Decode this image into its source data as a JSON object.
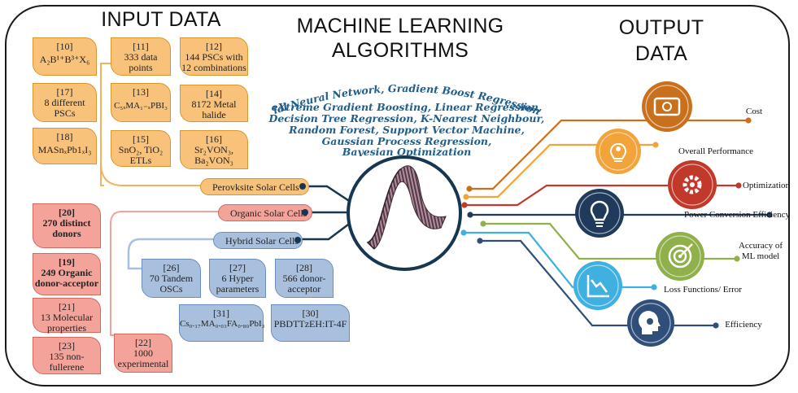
{
  "headings": {
    "input": "INPUT DATA",
    "ml_line1": "MACHINE LEARNING",
    "ml_line2": "ALGORITHMS",
    "output": "OUTPUT DATA"
  },
  "algorithms": [
    "Artificial Neural Network, Gradient Boost Regression Tree,",
    "eXtreme Gradient Boosting, Linear Regression,",
    "Decision Tree Regression,  K-Nearest Neighbour,",
    "Random Forest, Support Vector Machine,",
    "Gaussian Process Regression,",
    "Bayesian Optimization"
  ],
  "perovskite": {
    "label": "Perovksite Solar Cells",
    "boxes": [
      {
        "ref": "[10]",
        "text": "A₂B¹⁺B³⁺X₆"
      },
      {
        "ref": "[17]",
        "text": "8 different PSCs"
      },
      {
        "ref": "[18]",
        "text": "MASnₓPb1ₓI₃"
      },
      {
        "ref": "[11]",
        "text": "333 data points"
      },
      {
        "ref": "[13]",
        "text": "C₅ₓMA₁₋ₓPBI₃"
      },
      {
        "ref": "[15]",
        "text": "SnO₂, TiO₂ ETLs"
      },
      {
        "ref": "[12]",
        "text": "144 PSCs with 12 combinations"
      },
      {
        "ref": "[14]",
        "text": "8172 Metal halide"
      },
      {
        "ref": "[16]",
        "text": "Sr₂VON₃, Ba₂VON₃"
      }
    ]
  },
  "organic": {
    "label": "Organic Solar Cells",
    "boxes": [
      {
        "ref": "[20]",
        "text": "270 distinct donors"
      },
      {
        "ref": "[19]",
        "text": "249 Organic donor-acceptor"
      },
      {
        "ref": "[21]",
        "text": "13 Molecular properties"
      },
      {
        "ref": "[23]",
        "text": "135 non-fullerene"
      },
      {
        "ref": "[22]",
        "text": "1000 experimental"
      }
    ]
  },
  "hybrid": {
    "label": "Hybrid Solar Cells",
    "boxes": [
      {
        "ref": "[26]",
        "text": "70 Tandem OSCs"
      },
      {
        "ref": "[27]",
        "text": "6 Hyper parameters"
      },
      {
        "ref": "[28]",
        "text": "566 donor-acceptor"
      },
      {
        "ref": "[31]",
        "text": "Cs₀.₁₇MA₀.₀₃FA₀.₈₀PbI₃"
      },
      {
        "ref": "[30]",
        "text": "PBDTTzEH:IT-4F"
      }
    ]
  },
  "outputs": [
    {
      "label": "Cost",
      "color": "#c9701c",
      "icon": "money-icon"
    },
    {
      "label": "Overall Performance",
      "color": "#f2a33a",
      "icon": "lightbulb-gear-icon"
    },
    {
      "label": "Optimization",
      "color": "#c0392b",
      "icon": "gear-icon"
    },
    {
      "label": "Power Conversion Efficiency",
      "color": "#1f3a5a",
      "icon": "lightbulb-icon"
    },
    {
      "label": "Accuracy of ML model",
      "color": "#8fb04a",
      "icon": "target-icon"
    },
    {
      "label": "Loss Functions/ Error",
      "color": "#3fb0e0",
      "icon": "decline-chart-icon"
    },
    {
      "label": "Efficiency",
      "color": "#2f4f7a",
      "icon": "head-gear-icon"
    }
  ],
  "colors": {
    "orange_box": "#f9c27a",
    "red_box": "#f4a39a",
    "blue_box": "#a8c0de",
    "algo_text": "#1f5e8a",
    "connector": "#17364f"
  }
}
